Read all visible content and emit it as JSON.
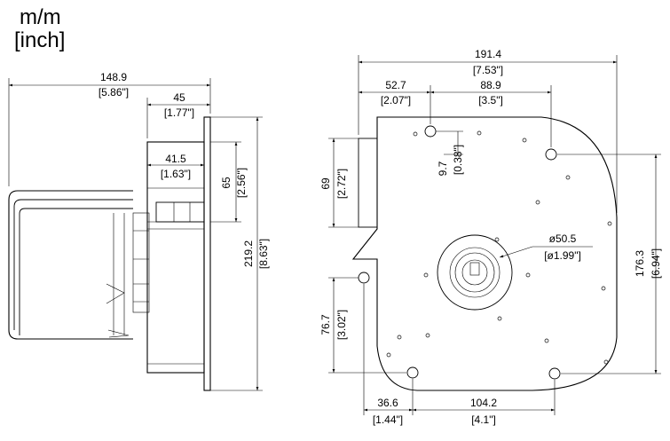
{
  "units": {
    "metric": "m/m",
    "imperial": "[inch]"
  },
  "side_view": {
    "overall_width": {
      "mm": "148.9",
      "inch": "[5.86\"]"
    },
    "flange_depth": {
      "mm": "45",
      "inch": "[1.77\"]"
    },
    "inner_depth": {
      "mm": "41.5",
      "inch": "[1.63\"]"
    },
    "outlet_height": {
      "mm": "65",
      "inch": "[2.56\"]"
    },
    "overall_height": {
      "mm": "219.2",
      "inch": "[8.63\"]"
    }
  },
  "front_view": {
    "overall_width": {
      "mm": "191.4",
      "inch": "[7.53\"]"
    },
    "hole_offset": {
      "mm": "52.7",
      "inch": "[2.07\"]"
    },
    "hole_spacing": {
      "mm": "88.9",
      "inch": "[3.5\"]"
    },
    "hole_drop": {
      "mm": "9.7",
      "inch": "[0.38\"]"
    },
    "outlet_height": {
      "mm": "69",
      "inch": "[2.72\"]"
    },
    "hub_diameter": {
      "mm": "ø50.5",
      "inch": "[ø1.99\"]"
    },
    "right_height": {
      "mm": "176.3",
      "inch": "[6.94\"]"
    },
    "left_height": {
      "mm": "76.7",
      "inch": "[3.02\"]"
    },
    "bottom_offset": {
      "mm": "36.6",
      "inch": "[1.44\"]"
    },
    "bottom_spacing": {
      "mm": "104.2",
      "inch": "[4.1\"]"
    }
  }
}
